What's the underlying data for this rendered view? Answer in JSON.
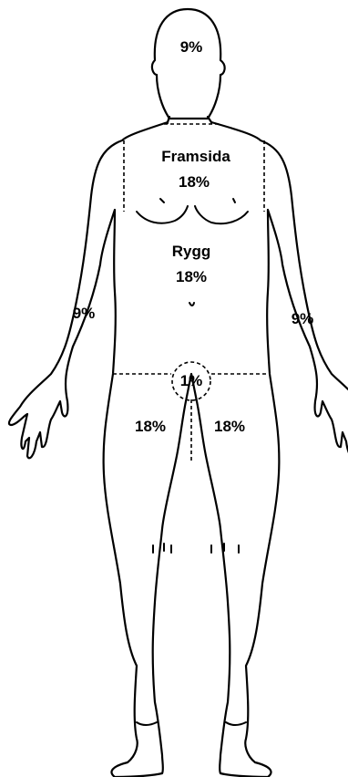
{
  "regions": {
    "head": "9%",
    "front_title": "Framsida",
    "front_value": "18%",
    "back_title": "Rygg",
    "back_value": "18%",
    "right_arm": "9%",
    "left_arm": "9%",
    "groin": "1%",
    "right_leg": "18%",
    "left_leg": "18%"
  },
  "colors": {
    "line": "#000000",
    "background": "#ffffff"
  }
}
